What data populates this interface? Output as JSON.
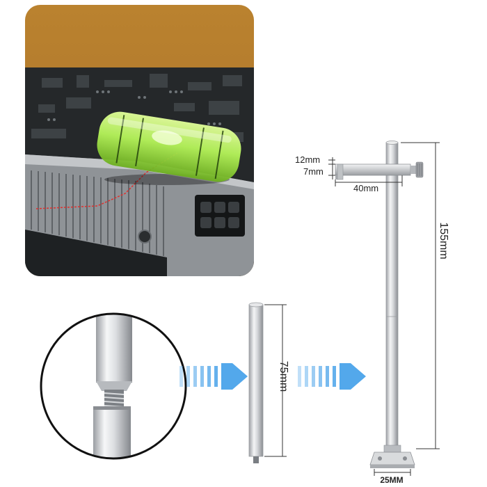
{
  "photo": {
    "subject": "bubble level resting on graphics card heatsink",
    "colors": {
      "backdrop": "#b47a2c",
      "board": "#26292b",
      "heatsink": "#9a9da1",
      "level_tube": "#b6f55a",
      "laser_line": "#d62828"
    }
  },
  "dimensions": {
    "bracket_thickness": "12mm",
    "bracket_offset": "7mm",
    "bracket_length": "40mm",
    "total_height": "155mm",
    "rod_length": "75mm",
    "base_width": "25MM"
  },
  "arrows": {
    "color": "#4aa3ea",
    "icon": "striped-arrow-right-icon"
  },
  "colors": {
    "metal_light": "#f1f2f3",
    "metal_mid": "#c9cbce",
    "metal_dark": "#8e9196",
    "dimension_line": "#333333"
  }
}
